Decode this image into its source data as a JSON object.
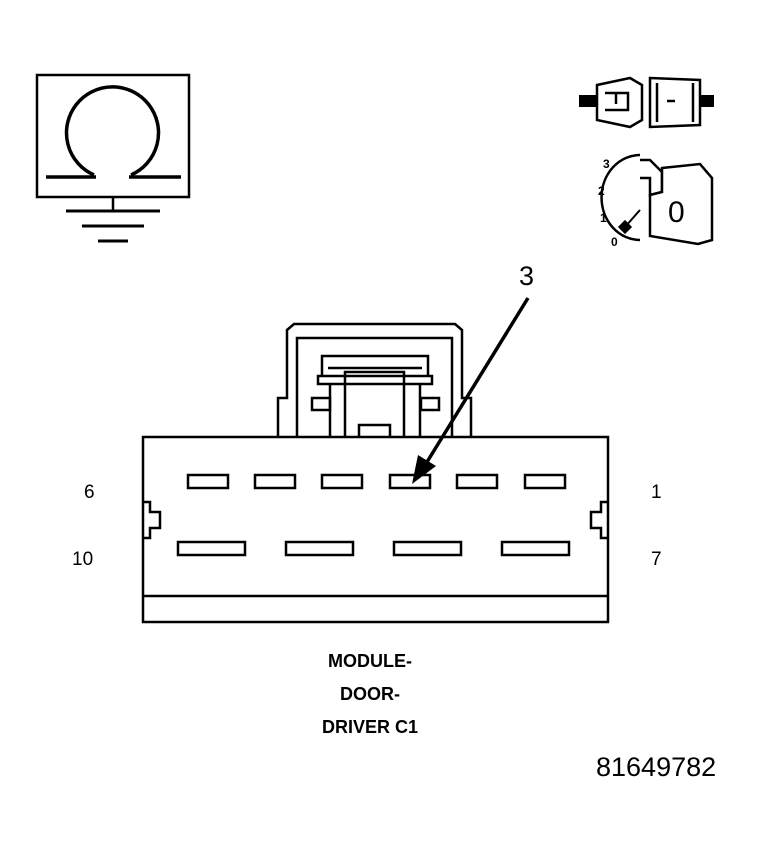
{
  "callout_number": "3",
  "pin_labels": {
    "top_left": "6",
    "top_right": "1",
    "bottom_left": "10",
    "bottom_right": "7"
  },
  "caption_lines": [
    "MODULE-",
    "DOOR-",
    "DRIVER C1"
  ],
  "figure_id": "81649782",
  "ignition_positions": [
    "3",
    "2",
    "1",
    "0"
  ],
  "key_label": "0",
  "icons": [
    "ohmmeter-ground-icon",
    "connector-disconnected-icon",
    "ignition-off-icon"
  ]
}
